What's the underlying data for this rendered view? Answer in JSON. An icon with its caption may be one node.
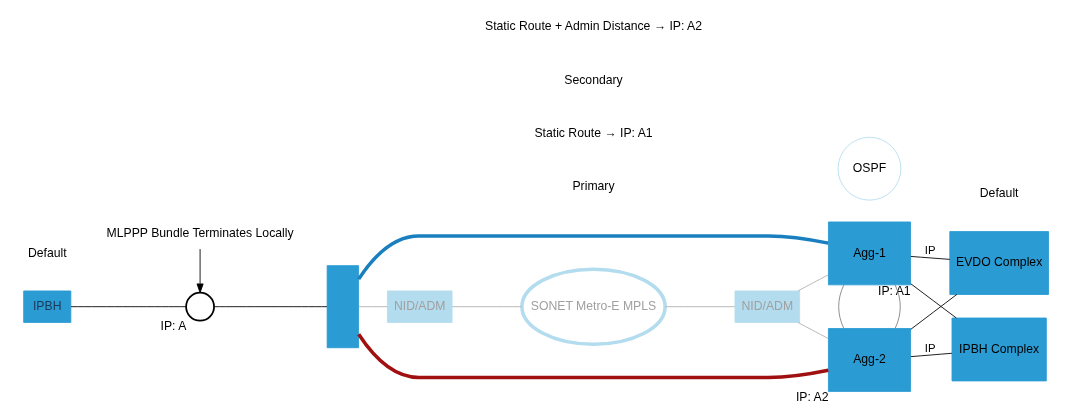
{
  "diagram": {
    "nodes": [
      {
        "text": [
          "IPBH"
        ]
      },
      {
        "text": [],
        "shape": "circle",
        "beside": [
          "IP: A"
        ]
      },
      {
        "text": [],
        "shape": "box"
      },
      {
        "text": [
          "NID/ADM"
        ]
      },
      {
        "text": [
          "SONET Metro-E MPLS"
        ]
      },
      {
        "text": [
          "NID/ADM"
        ]
      },
      {
        "text": [
          "Agg-1"
        ],
        "beside": [
          "IP: A1"
        ]
      },
      {
        "text": [
          "OSPF"
        ]
      },
      {
        "text": [
          "Agg-2"
        ],
        "beside": [
          "IP: A2"
        ]
      },
      {
        "text": [
          "EVDO Complex"
        ]
      },
      {
        "text": [
          "IPBH Complex"
        ]
      },
      {
        "text": [
          "MLPPP Bundle Terminates Locally"
        ]
      }
    ],
    "edges": [
      {
        "from": 0,
        "to": 1,
        "arrow": "none"
      },
      {
        "from": 1,
        "to": 2,
        "arrow": "none"
      },
      {
        "from": 2,
        "to": 3,
        "arrow": "none",
        "color": "#b0b0b0"
      },
      {
        "from": 3,
        "to": 4,
        "arrow": "none",
        "color": "#b0b0b0"
      },
      {
        "from": 4,
        "to": 5,
        "arrow": "none",
        "color": "#b0b0b0"
      },
      {
        "from": 5,
        "to": 6,
        "arrow": "none",
        "color": "#b0b0b0"
      },
      {
        "from": 5,
        "to": 8,
        "arrow": "none",
        "color": "#b0b0b0"
      },
      {
        "from": 2,
        "to": 6,
        "arrow": "none",
        "style": "thick",
        "color": "#1a7fbf"
      },
      {
        "from": 2,
        "to": 8,
        "arrow": "none",
        "style": "thick",
        "color": "#a01010"
      },
      {
        "from": 6,
        "to": 8,
        "arrow": "none",
        "color": "#808080"
      },
      {
        "from": 6,
        "to": 8,
        "arrow": "none",
        "color": "#808080"
      },
      {
        "from": 6,
        "to": 9,
        "label": "IP",
        "arrow": "none"
      },
      {
        "from": 6,
        "to": 10,
        "arrow": "none"
      },
      {
        "from": 8,
        "to": 9,
        "arrow": "none"
      },
      {
        "from": 8,
        "to": 10,
        "label": "IP",
        "arrow": "none"
      },
      {
        "from": 11,
        "to": 1,
        "arrow": "to"
      }
    ],
    "labels": [
      "Primary",
      "Static Route → IP: A1",
      "Default",
      "Secondary",
      "Static Route + Admin Distance → IP: A2",
      "Default"
    ]
  }
}
